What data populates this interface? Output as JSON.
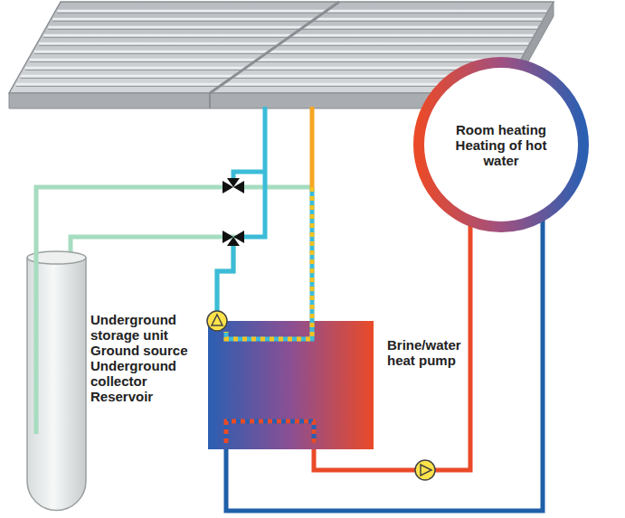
{
  "diagram": {
    "nodes": [
      {
        "text": [
          "Underground storage unit",
          "Ground source",
          "Underground collector",
          "Reservoir"
        ]
      },
      {
        "text": [
          "Brine/water heat pump"
        ]
      },
      {
        "text": [
          "Room heating",
          "Heating of hot water"
        ]
      }
    ],
    "edges": [
      {
        "from": 1,
        "to": 2,
        "arrow": "none"
      },
      {
        "from": 2,
        "to": 1,
        "arrow": "none"
      },
      {
        "from": 0,
        "to": 1,
        "arrow": "none"
      }
    ]
  }
}
